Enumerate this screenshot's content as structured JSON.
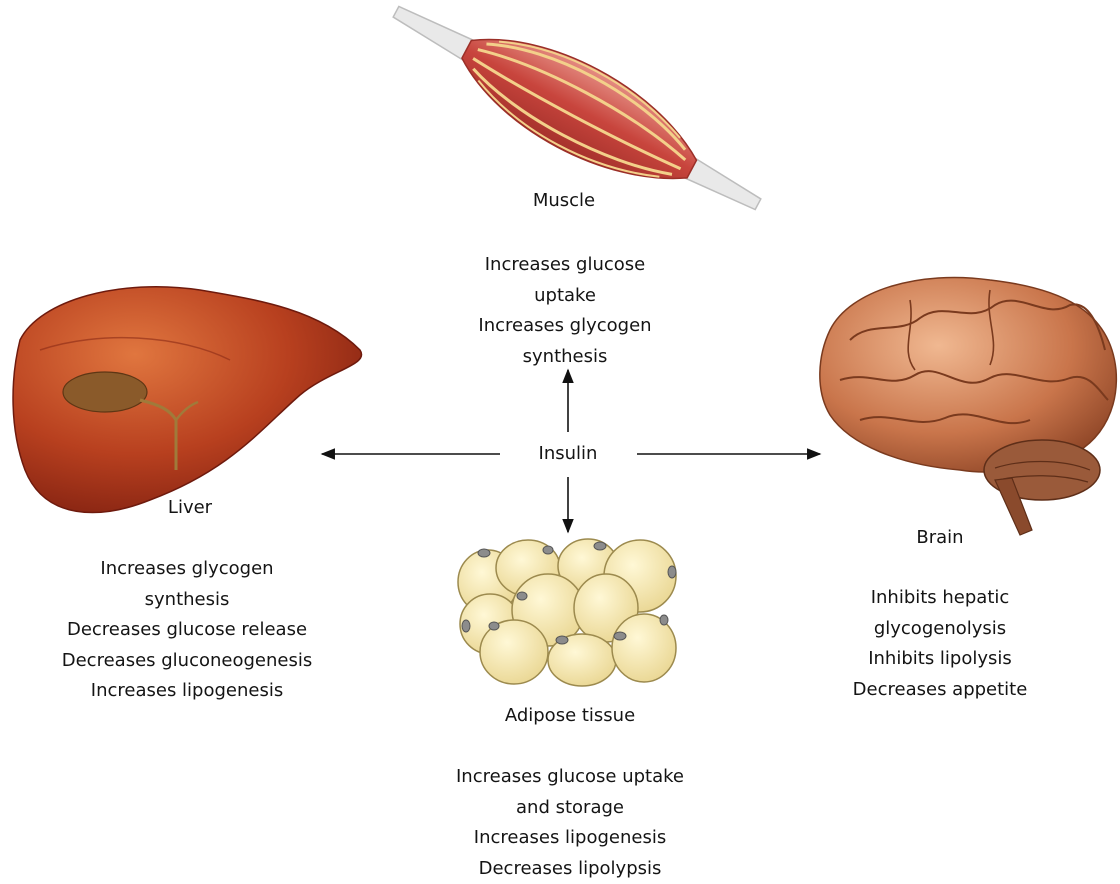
{
  "center": {
    "label": "Insulin"
  },
  "organs": {
    "muscle": {
      "name": "Muscle",
      "effects": [
        "Increases glucose",
        "uptake",
        "Increases glycogen",
        "synthesis"
      ]
    },
    "liver": {
      "name": "Liver",
      "effects": [
        "Increases glycogen",
        "synthesis",
        "Decreases glucose release",
        "Decreases gluconeogenesis",
        "Increases lipogenesis"
      ]
    },
    "brain": {
      "name": "Brain",
      "effects": [
        "Inhibits hepatic",
        "glycogenolysis",
        "Inhibits lipolysis",
        "Decreases appetite"
      ]
    },
    "adipose": {
      "name": "Adipose tissue",
      "effects": [
        "Increases glucose uptake",
        "and storage",
        "Increases lipogenesis",
        "Decreases lipolypsis"
      ]
    }
  }
}
